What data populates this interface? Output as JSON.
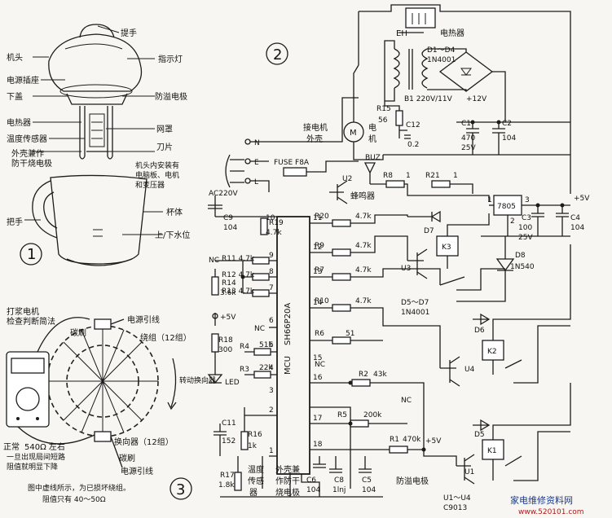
{
  "left_panel": {
    "fig1_labels": {
      "handle_top": "提手",
      "head": "机头",
      "power_socket": "电源插座",
      "lower_cover": "下盖",
      "indicator": "指示灯",
      "overflow_electrode": "防溢电极",
      "heater": "电热器",
      "temp_sensor": "温度传感器",
      "housing_note_1": "外壳兼作",
      "housing_note_2": "防干烧电极",
      "mesh": "网罩",
      "blade": "刀片",
      "inside_note_1": "机头内安装有",
      "inside_note_2": "电脑板、电机",
      "inside_note_3": "和变压器",
      "cup_handle": "把手",
      "cup_body": "杯体",
      "water_level": "上/下水位",
      "num": "1"
    },
    "fig3_labels": {
      "title_1": "打浆电机",
      "title_2": "检查判断简法",
      "brush_top": "碳刷",
      "lead_top": "电源引线",
      "winding": "绕组（12组）",
      "rotation": "转动换向器",
      "normal_1": "正常",
      "normal_2": "540Ω 左右",
      "normal_3": "一旦出现局间短路",
      "normal_4": "阻值就明显下降",
      "commutator": "换向器（12组）",
      "brush_bottom": "碳刷",
      "lead_bottom": "电源引线",
      "note_1": "图中虚线所示，为已损坏绕组。",
      "note_2": "阻值只有 40～50Ω",
      "num": "3"
    }
  },
  "circuit": {
    "num": "2",
    "EH": "EH",
    "heater": "电热器",
    "D1D4": "D1～D4",
    "D1D4_part": "1N4001",
    "B1": "B1 220V/11V",
    "plus12": "+12V",
    "C1": "C1",
    "C1_val": "470",
    "C1_v": "25V",
    "C2": "C2",
    "C2_val": "104",
    "R15": "R15",
    "R15_val": "56",
    "C12": "C12",
    "C12_val": "0.2",
    "motor_1": "接电机",
    "motor_2": "外壳",
    "motor_3": "电",
    "motor_4": "机",
    "M": "M",
    "N": "N",
    "E": "E",
    "L": "L",
    "fuse": "FUSE F8A",
    "ac": "AC220V",
    "BUZ": "BUZ",
    "U2": "U2",
    "buzzer": "蜂鸣器",
    "R8": "R8",
    "R8_val": "1",
    "R21": "R21",
    "R21_val": "1",
    "reg": "7805",
    "reg_1": "1",
    "reg_2": "2",
    "reg_3": "3",
    "plus5v": "+5V",
    "C3": "C3",
    "C3_val": "100",
    "C3_v": "25V",
    "C4": "C4",
    "C4_val": "104",
    "C9": "C9",
    "C9_val": "104",
    "R19": "R19",
    "R19_val": "4.7k",
    "NC": "NC",
    "R14": "R14",
    "R14_val": "3.6k",
    "R11": "R11 4.7k",
    "R12": "R12 4.7k",
    "R13": "R13 4.7k",
    "plus5v_b": "+5V",
    "R18": "R18",
    "R18_val": "300",
    "R4": "R4",
    "R4_val": "51k",
    "R3": "R3",
    "R3_val": "22k",
    "LED": "LED",
    "R20": "R20",
    "R20_val": "4.7k",
    "R9": "R9",
    "R9_val": "4.7k",
    "R7": "R7",
    "R7_val": "4.7k",
    "R10": "R10",
    "R10_val": "4.7k",
    "R6": "R6",
    "R6_val": "51",
    "NC2": "NC",
    "NC3": "NC",
    "R2": "R2",
    "R2_val": "43k",
    "NC4": "NC",
    "R5": "R5",
    "R5_val": "200k",
    "R1": "R1",
    "R1_val": "470k",
    "plus5v_c": "+5V",
    "mcu_1": "MCU",
    "mcu_2": "SH66P20A",
    "pins": [
      "10",
      "9",
      "8",
      "7",
      "6",
      "5",
      "4",
      "3",
      "2",
      "1",
      "11",
      "12",
      "13",
      "14",
      "15",
      "16",
      "17",
      "18"
    ],
    "C11": "C11",
    "C11_val": "152",
    "R16": "R16",
    "R16_val": "1k",
    "R17": "R17",
    "R17_val": "1.8k",
    "C6": "C6",
    "C6_val": "104",
    "C8": "C8",
    "C8_val": "1lnj",
    "C5": "C5",
    "C5_val": "104",
    "temp_1": "温度",
    "temp_2": "传感",
    "temp_3": "器",
    "housing_1": "外壳兼",
    "housing_2": "作防干",
    "housing_3": "烧电极",
    "overflow": "防溢电极",
    "K3": "K3",
    "D7": "D7",
    "U3": "U3",
    "D8": "D8",
    "D8_part": "1N540",
    "D5D7": "D5～D7",
    "D5D7_part": "1N4001",
    "D6": "D6",
    "K2": "K2",
    "U4": "U4",
    "D5": "D5",
    "K1": "K1",
    "U1": "U1",
    "U1U4": "U1～U4",
    "U1U4_part": "C9013"
  },
  "watermark": {
    "line1": "家电维修资料网",
    "line2": "www.520101.com"
  }
}
